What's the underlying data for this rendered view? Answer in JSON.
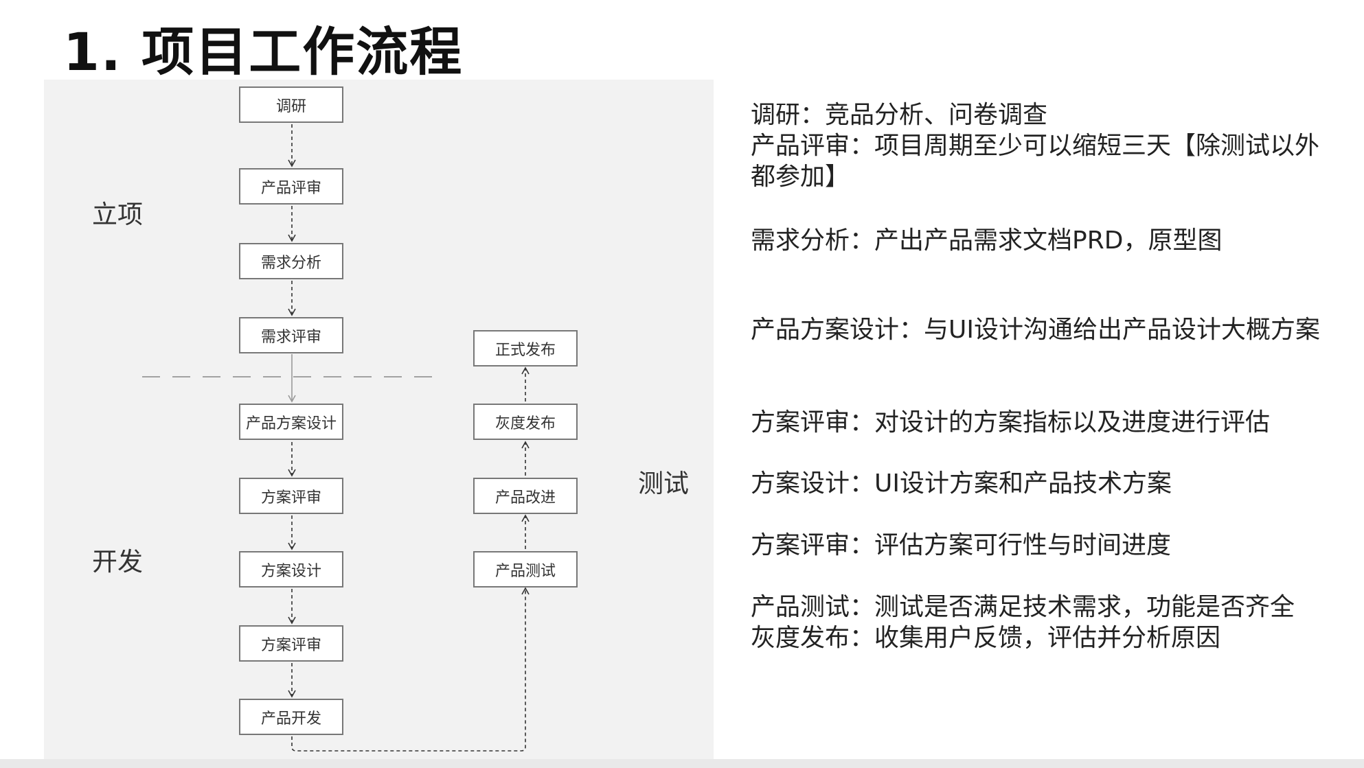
{
  "title": "1. 项目工作流程",
  "phases": {
    "lixiang": "立项",
    "kaifa": "开发",
    "ceshi": "测试"
  },
  "boxes": {
    "diaoyan": "调研",
    "chanpin_pingshen": "产品评审",
    "xuqiu_fenxi": "需求分析",
    "xuqiu_pingshen": "需求评审",
    "chanpin_fangan_sheji": "产品方案设计",
    "fangan_pingshen_1": "方案评审",
    "fangan_sheji": "方案设计",
    "fangan_pingshen_2": "方案评审",
    "chanpin_kaifa": "产品开发",
    "chanpin_ceshi": "产品测试",
    "chanpin_gaijin": "产品改进",
    "huidu_fabu": "灰度发布",
    "zhengshi_fabu": "正式发布"
  },
  "notes": [
    "调研：竞品分析、问卷调查",
    "产品评审：项目周期至少可以缩短三天【除测试以外都参加】",
    "需求分析：产出产品需求文档PRD，原型图",
    "产品方案设计：与UI设计沟通给出产品设计大概方案",
    "方案评审：对设计的方案指标以及进度进行评估",
    "方案设计：UI设计方案和产品技术方案",
    "方案评审：评估方案可行性与时间进度",
    "产品测试：测试是否满足技术需求，功能是否齐全",
    "灰度发布：收集用户反馈，评估并分析原因"
  ],
  "colors": {
    "panel": "#f2f2f2",
    "box_border": "#777777",
    "arrow": "#333333"
  }
}
